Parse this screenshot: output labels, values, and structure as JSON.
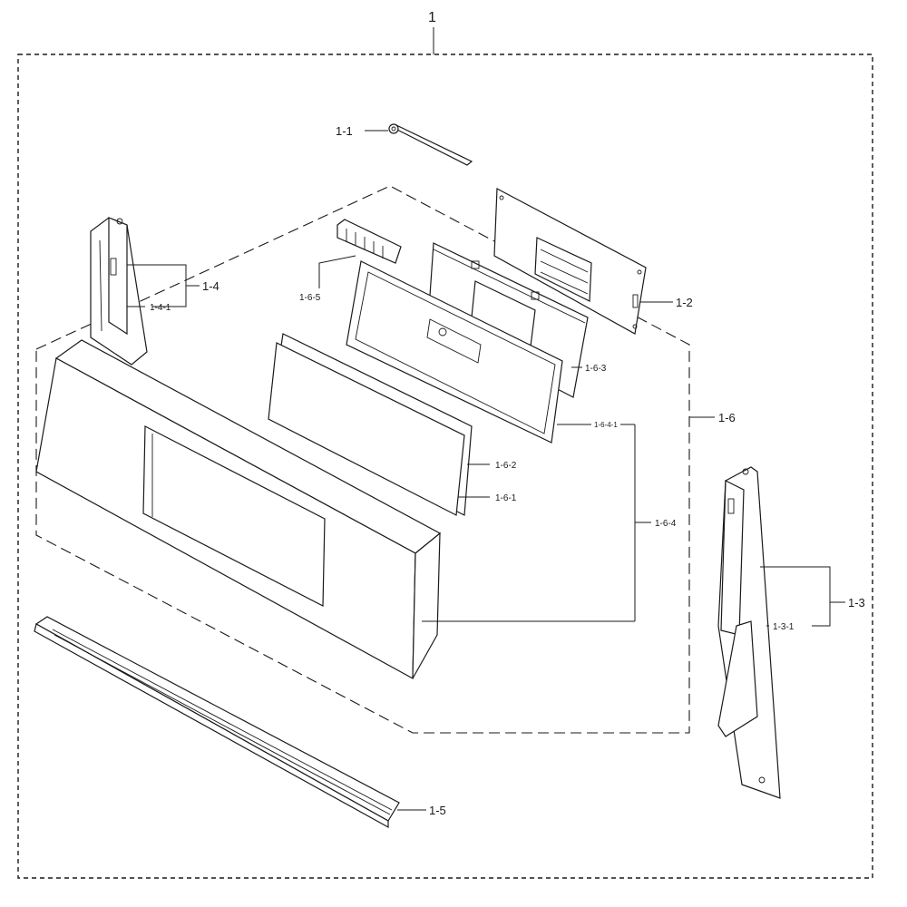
{
  "assembly_label": "1",
  "parts": {
    "rod": "1-1",
    "pcb_board": "1-2",
    "right_side_bracket": "1-3",
    "right_side_bracket_sub": "1-3-1",
    "left_side_bracket": "1-4",
    "left_side_bracket_sub": "1-4-1",
    "bottom_trim": "1-5",
    "control_panel_group": "1-6",
    "window_film": "1-6-1",
    "overlay": "1-6-2",
    "display_board": "1-6-3",
    "control_panel": "1-6-4",
    "panel_frame": "1-6-4-1",
    "connector_block": "1-6-5"
  }
}
